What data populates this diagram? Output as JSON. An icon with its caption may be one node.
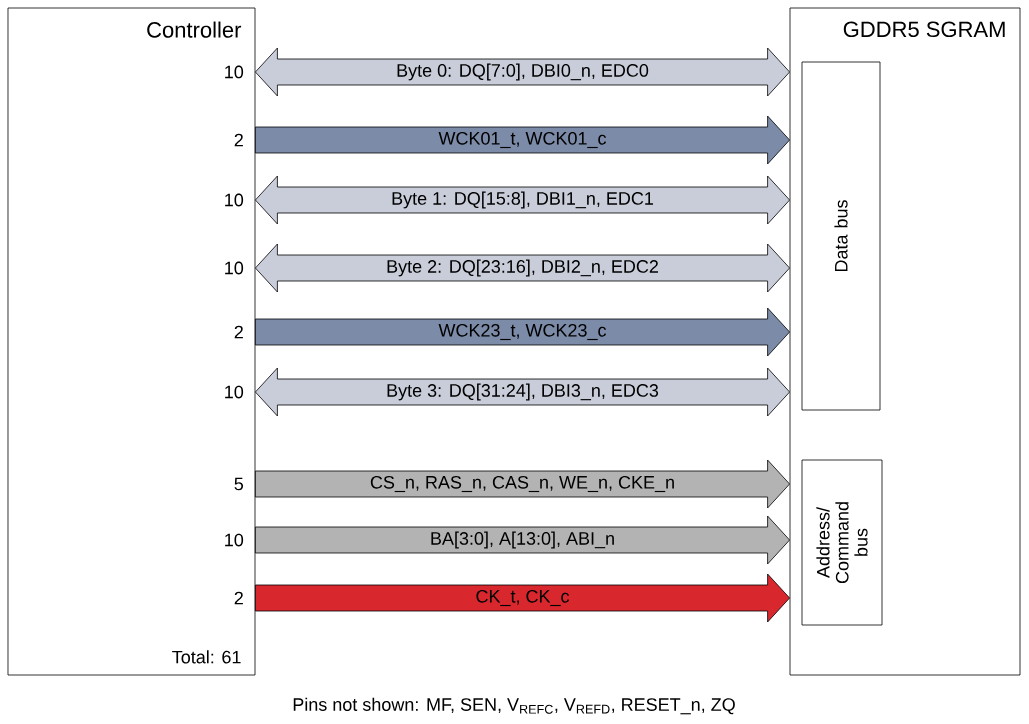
{
  "diagram": {
    "caption": "Pins not shown: MF, SEN, V$_{REFC}$, V$_{REFD}$, RESET_n, ZQ",
    "nodes": [
      {
        "text": [
          "Controller",
          "Total: 61"
        ]
      },
      {
        "text": [
          "GDDR5 SGRAM"
        ]
      },
      {
        "text": [
          "Data bus"
        ],
        "in": 1
      },
      {
        "text": [
          "Address/ Command bus"
        ],
        "in": 1
      }
    ],
    "edges": [
      {
        "from": 0,
        "to": 1,
        "arrow": "both",
        "label": "Byte 0: DQ[7:0], DBI0_n, EDC0",
        "color": "#c9ccd9"
      },
      {
        "from": 0,
        "to": 1,
        "arrow": "to",
        "label": "WCK01_t, WCK01_c",
        "color": "#7b8ba8"
      },
      {
        "from": 0,
        "to": 1,
        "arrow": "both",
        "label": "Byte 1: DQ[15:8], DBI1_n, EDC1",
        "color": "#c9ccd9"
      },
      {
        "from": 0,
        "to": 1,
        "arrow": "both",
        "label": "Byte 2: DQ[23:16], DBI2_n, EDC2",
        "color": "#c9ccd9"
      },
      {
        "from": 0,
        "to": 1,
        "arrow": "to",
        "label": "WCK23_t, WCK23_c",
        "color": "#7b8ba8"
      },
      {
        "from": 0,
        "to": 1,
        "arrow": "both",
        "label": "Byte 3: DQ[31:24], DBI3_n, EDC3",
        "color": "#c9ccd9"
      },
      {
        "from": 0,
        "to": 1,
        "arrow": "to",
        "label": "CS_n, RAS_n, CAS_n, WE_n, CKE_n",
        "color": "#b3b3b3"
      },
      {
        "from": 0,
        "to": 1,
        "arrow": "to",
        "label": "BA[3:0], A[13:0], ABI_n",
        "color": "#b3b3b3"
      },
      {
        "from": 0,
        "to": 1,
        "arrow": "to",
        "label": "CK_t, CK_c",
        "color": "#d9272e"
      }
    ],
    "labels": [
      "10",
      "2",
      "10",
      "10",
      "2",
      "10",
      "5",
      "10",
      "2"
    ]
  }
}
